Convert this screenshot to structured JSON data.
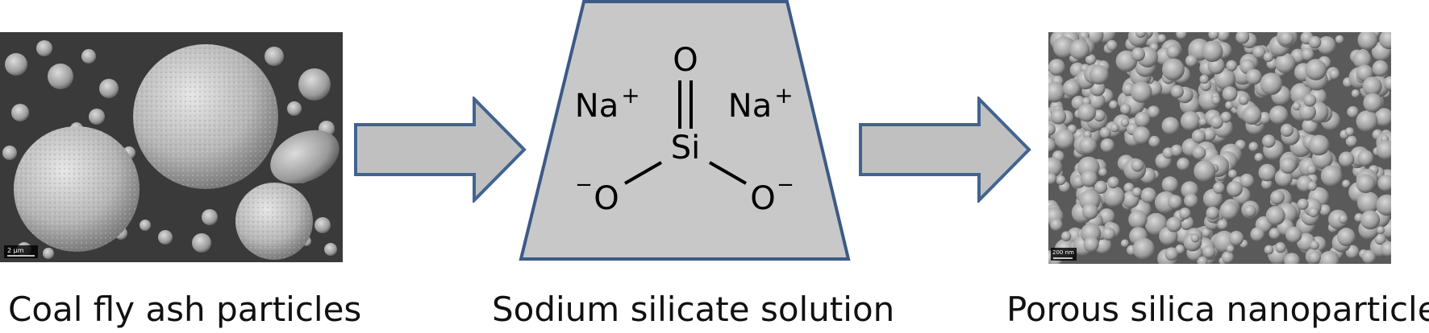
{
  "captions": {
    "left": "Coal fly ash particles",
    "middle": "Sodium silicate solution",
    "right": "Porous silica nanoparticles"
  },
  "molecule": {
    "oxygen_top": "O",
    "silicon": "Si",
    "oxygen_left": "O",
    "oxygen_right": "O",
    "sodium_left": "Na",
    "sodium_right": "Na",
    "plus": "+",
    "minus": "−"
  },
  "scale_bars": {
    "left": "2 µm",
    "right": "200 nm"
  },
  "colors": {
    "arrow_fill": "#c0c0c0",
    "arrow_stroke": "#41648f",
    "beaker_fill": "#c8c8c8",
    "beaker_stroke": "#3c5a86"
  }
}
